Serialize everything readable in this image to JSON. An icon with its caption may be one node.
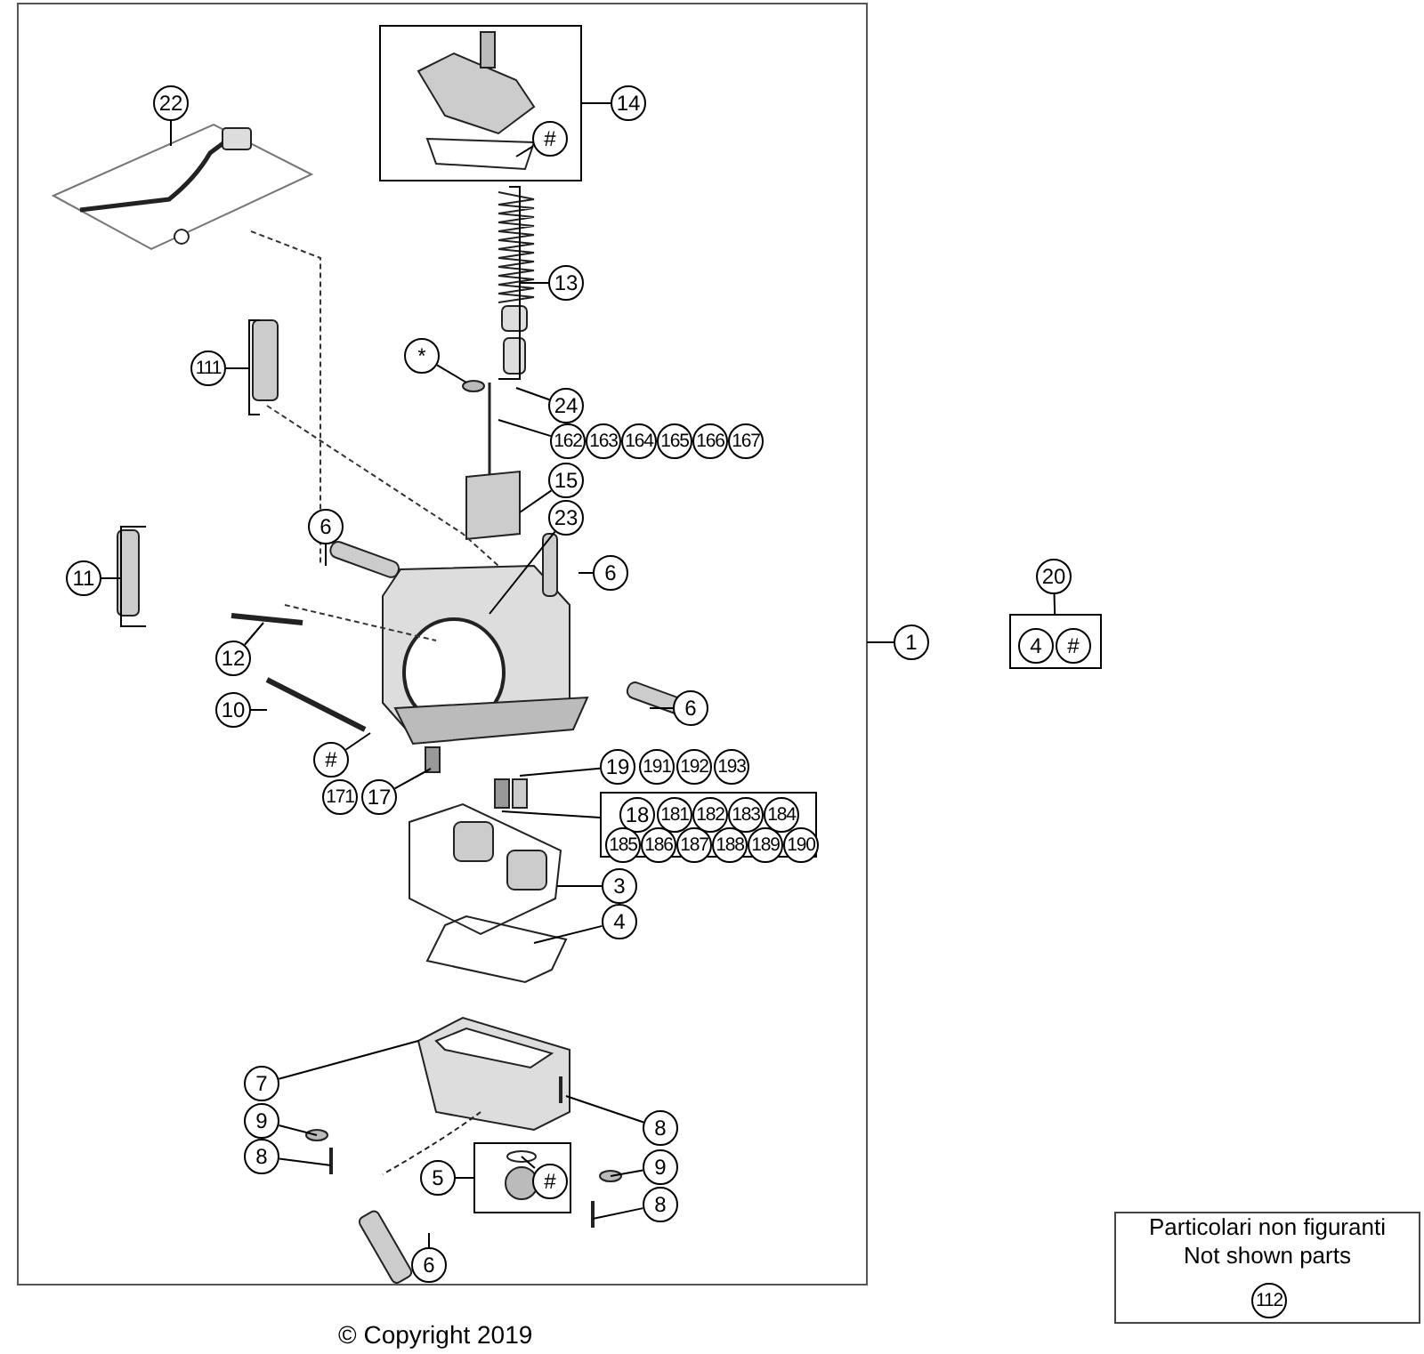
{
  "diagram": {
    "nodes": [
      {
        "text": [
          "22"
        ]
      },
      {
        "text": [],
        "shape": "box"
      },
      {
        "text": [
          "#"
        ],
        "in": 1
      },
      {
        "text": [
          "14"
        ]
      },
      {
        "text": [
          "13"
        ]
      },
      {
        "text": [
          "*"
        ]
      },
      {
        "text": [
          "24"
        ]
      },
      {
        "text": [
          "162"
        ]
      },
      {
        "text": [
          "163"
        ]
      },
      {
        "text": [
          "164"
        ]
      },
      {
        "text": [
          "165"
        ]
      },
      {
        "text": [
          "166"
        ]
      },
      {
        "text": [
          "167"
        ]
      },
      {
        "text": [
          "111"
        ]
      },
      {
        "text": [
          "15"
        ]
      },
      {
        "text": [
          "23"
        ]
      },
      {
        "text": [
          "6"
        ]
      },
      {
        "text": [
          "6"
        ]
      },
      {
        "text": [
          "11"
        ]
      },
      {
        "text": [
          "12"
        ]
      },
      {
        "text": [
          "1"
        ]
      },
      {
        "text": [
          "6"
        ]
      },
      {
        "text": [
          "10"
        ]
      },
      {
        "text": [
          "#"
        ]
      },
      {
        "text": [
          "171"
        ]
      },
      {
        "text": [
          "17"
        ]
      },
      {
        "text": [
          "19"
        ]
      },
      {
        "text": [
          "191"
        ]
      },
      {
        "text": [
          "192"
        ]
      },
      {
        "text": [
          "193"
        ]
      },
      {
        "text": [],
        "shape": "box"
      },
      {
        "text": [
          "18"
        ],
        "in": 30
      },
      {
        "text": [
          "181"
        ],
        "in": 30
      },
      {
        "text": [
          "182"
        ],
        "in": 30
      },
      {
        "text": [
          "183"
        ],
        "in": 30
      },
      {
        "text": [
          "184"
        ],
        "in": 30
      },
      {
        "text": [
          "185"
        ],
        "in": 30
      },
      {
        "text": [
          "186"
        ],
        "in": 30
      },
      {
        "text": [
          "187"
        ],
        "in": 30
      },
      {
        "text": [
          "188"
        ],
        "in": 30
      },
      {
        "text": [
          "189"
        ],
        "in": 30
      },
      {
        "text": [
          "190"
        ],
        "in": 30
      },
      {
        "text": [
          "3"
        ]
      },
      {
        "text": [
          "4"
        ]
      },
      {
        "text": [
          "7"
        ]
      },
      {
        "text": [
          "9"
        ]
      },
      {
        "text": [
          "8"
        ]
      },
      {
        "text": [
          "8"
        ]
      },
      {
        "text": [
          "5"
        ]
      },
      {
        "text": [],
        "shape": "box"
      },
      {
        "text": [
          "#"
        ],
        "in": 49
      },
      {
        "text": [
          "9"
        ]
      },
      {
        "text": [
          "8"
        ]
      },
      {
        "text": [
          "6"
        ]
      },
      {
        "text": [],
        "shape": "box"
      },
      {
        "text": [
          "4"
        ],
        "in": 54
      },
      {
        "text": [
          "#"
        ],
        "in": 54
      },
      {
        "text": [
          "20"
        ]
      },
      {
        "text": [
          "Particolari non figuranti",
          "Not shown parts"
        ]
      },
      {
        "text": [
          "112"
        ],
        "in": 58
      }
    ],
    "edges": [
      {
        "from": 0,
        "to": null,
        "arrow": "none"
      },
      {
        "from": 2,
        "to": null,
        "arrow": "none"
      },
      {
        "from": 3,
        "to": 1,
        "arrow": "none"
      },
      {
        "from": 4,
        "to": null,
        "arrow": "none"
      },
      {
        "from": 5,
        "to": null,
        "arrow": "none"
      },
      {
        "from": 6,
        "to": null,
        "arrow": "none"
      },
      {
        "from": 7,
        "to": null,
        "arrow": "none"
      },
      {
        "from": 13,
        "to": null,
        "arrow": "none"
      },
      {
        "from": 14,
        "to": null,
        "arrow": "none"
      },
      {
        "from": 15,
        "to": null,
        "arrow": "none"
      },
      {
        "from": 16,
        "to": null,
        "arrow": "none"
      },
      {
        "from": 17,
        "to": null,
        "arrow": "none"
      },
      {
        "from": 18,
        "to": null,
        "arrow": "none"
      },
      {
        "from": 19,
        "to": null,
        "arrow": "none"
      },
      {
        "from": 20,
        "to": null,
        "arrow": "none"
      },
      {
        "from": 21,
        "to": null,
        "arrow": "none"
      },
      {
        "from": 22,
        "to": null,
        "arrow": "none"
      },
      {
        "from": 23,
        "to": null,
        "arrow": "none"
      },
      {
        "from": 25,
        "to": null,
        "arrow": "none"
      },
      {
        "from": 26,
        "to": null,
        "arrow": "none"
      },
      {
        "from": 30,
        "to": null,
        "arrow": "none"
      },
      {
        "from": 42,
        "to": null,
        "arrow": "none"
      },
      {
        "from": 43,
        "to": null,
        "arrow": "none"
      },
      {
        "from": 44,
        "to": null,
        "arrow": "none"
      },
      {
        "from": 45,
        "to": null,
        "arrow": "none"
      },
      {
        "from": 46,
        "to": null,
        "arrow": "none"
      },
      {
        "from": 47,
        "to": null,
        "arrow": "none"
      },
      {
        "from": 48,
        "to": 49,
        "arrow": "none"
      },
      {
        "from": 50,
        "to": null,
        "arrow": "none"
      },
      {
        "from": 51,
        "to": null,
        "arrow": "none"
      },
      {
        "from": 52,
        "to": null,
        "arrow": "none"
      },
      {
        "from": 53,
        "to": null,
        "arrow": "none"
      },
      {
        "from": 57,
        "to": 54,
        "arrow": "none"
      }
    ],
    "labels": [
      "© Copyright 2019"
    ]
  }
}
